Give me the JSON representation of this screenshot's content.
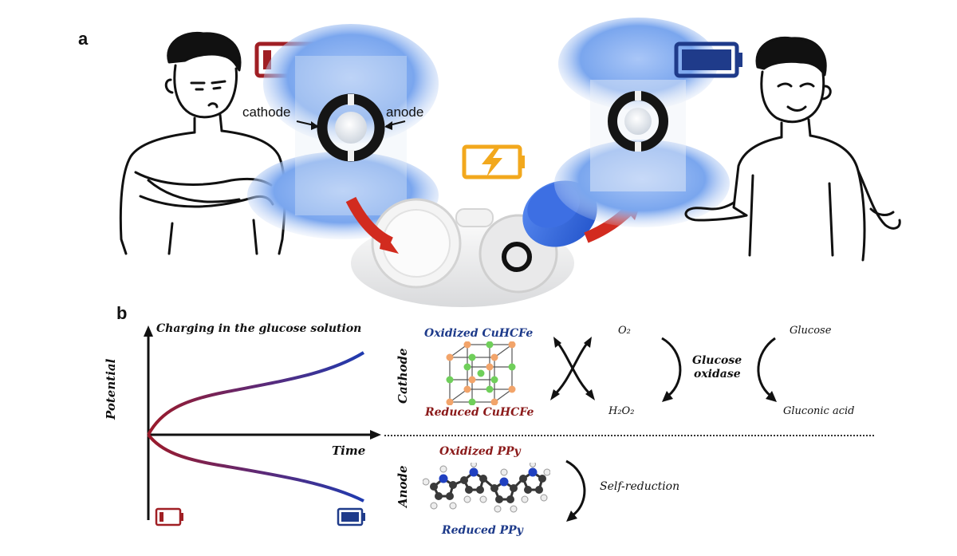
{
  "panel_a": {
    "label": "a",
    "cathode_label": "cathode",
    "anode_label": "anode"
  },
  "panel_b": {
    "label": "b",
    "chart_title": "Charging in the glucose solution",
    "y_axis_label": "Potential",
    "x_axis_label": "Time",
    "cathode_label": "Cathode",
    "anode_label": "Anode",
    "oxidized_cuhcfe": "Oxidized CuHCFe",
    "reduced_cuhcfe": "Reduced CuHCFe",
    "o2": "O₂",
    "h2o2": "H₂O₂",
    "enzyme_line1": "Glucose",
    "enzyme_line2": "oxidase",
    "glucose": "Glucose",
    "gluconic_acid": "Gluconic acid",
    "oxidized_ppy": "Oxidized PPy",
    "reduced_ppy": "Reduced PPy",
    "self_reduction": "Self-reduction"
  },
  "colors": {
    "battery_low": "#a01f24",
    "battery_full": "#1f3b8a",
    "battery_charging": "#f2a81d",
    "glove_blue": "#7aa6ee",
    "arrow_red": "#d22b1f",
    "curve_red": "#9b1a2a",
    "curve_blue": "#1f3bb0"
  }
}
